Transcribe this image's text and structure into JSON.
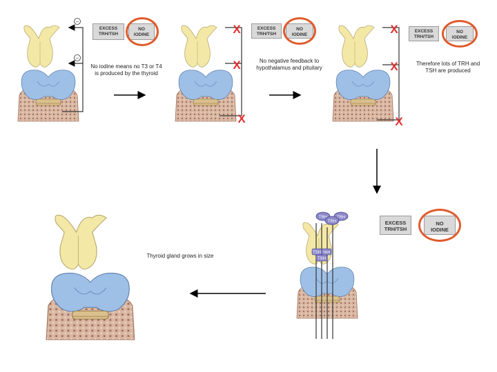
{
  "boxes": {
    "excess": "EXCESS\nTRH/TSH",
    "no_iodine": "NO\nIODINE"
  },
  "notes": {
    "panel1": "No iodine means no T3 or T4\nis produced by the thyroid",
    "panel2": "No negative feedback to\nhypothalamus and pituitary",
    "panel3": "Therefore lots of TRH and\nTSH are produced",
    "panel5": "Thyroid gland grows in size"
  },
  "labels": {
    "minus": "−",
    "cross": "X",
    "trh": "TRH",
    "tsh": "TSH"
  },
  "colors": {
    "oval": "#e05a2b",
    "cross": "#e03030",
    "pituitary": "#f3e8a6",
    "thyroid": "#9fc0e6",
    "cartilage": "#e9b0a0",
    "hormone": "#8b87c9"
  }
}
